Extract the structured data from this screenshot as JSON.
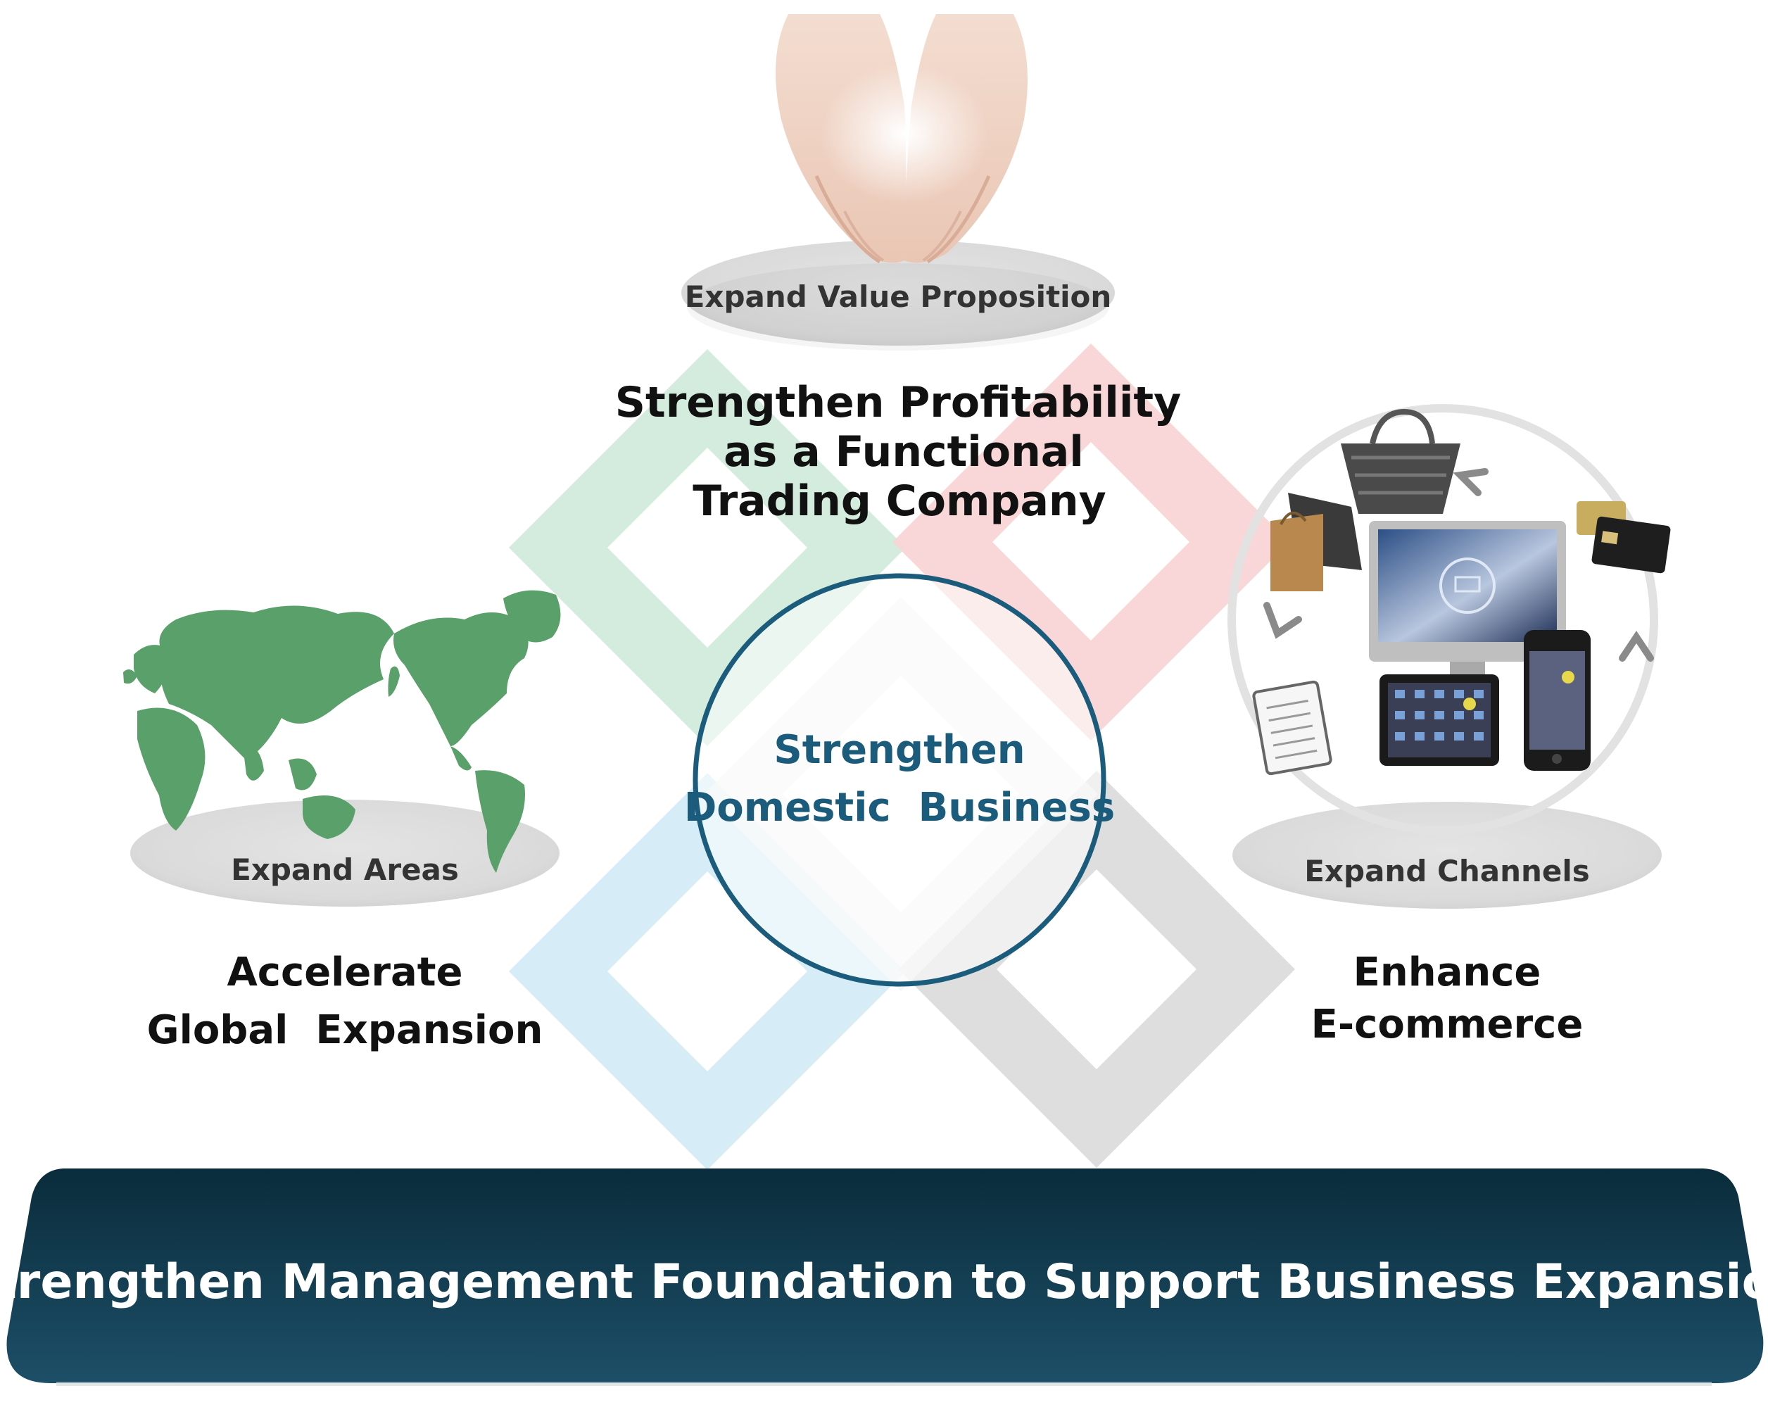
{
  "top": {
    "pedestal_label": "Expand Value Proposition",
    "heading_lines": [
      "Strengthen Profitability",
      "as a Functional",
      "Trading Company"
    ],
    "image_icon": "cupped-hands-icon"
  },
  "left": {
    "pedestal_label": "Expand Areas",
    "heading_lines": [
      "Accelerate",
      "Global  Expansion"
    ],
    "image_icon": "world-map-icon"
  },
  "right": {
    "pedestal_label": "Expand Channels",
    "heading_lines": [
      "Enhance",
      "E-commerce"
    ],
    "image_icon": "ecommerce-devices-icon"
  },
  "center": {
    "lines": [
      "Strengthen",
      "Domestic  Business"
    ]
  },
  "foundation": {
    "label": "Strengthen Management Foundation to Support Business Expansion"
  },
  "colors": {
    "green_diamond": "#d3ecdd",
    "red_diamond": "#f8d4d5",
    "blue_diamond": "#d4ecf8",
    "gray_diamond": "#dedede",
    "circle_stroke": "#1b5b7b",
    "center_text": "#1b5b7b",
    "foundation_top": "#0c3242",
    "foundation_bottom": "#1c4d66",
    "map_green": "#5aa06a",
    "pedestal_gray": "#dedede",
    "heading_text": "#111111",
    "pedestal_text": "#333333"
  }
}
